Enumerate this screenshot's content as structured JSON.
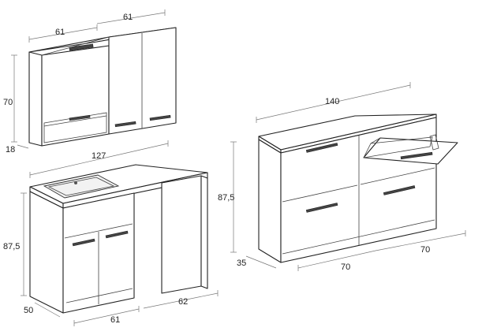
{
  "mirror_cabinet": {
    "dims": {
      "width_left": "61",
      "width_right": "61",
      "height": "70",
      "depth": "18"
    }
  },
  "vanity_unit": {
    "dims": {
      "width_top": "127",
      "height": "87,5",
      "depth": "50",
      "cabinet_width": "61",
      "side_width": "62"
    }
  },
  "laundry_cabinet": {
    "dims": {
      "width_top": "140",
      "height": "87,5",
      "depth": "35",
      "module_left": "70",
      "module_right": "70"
    }
  }
}
